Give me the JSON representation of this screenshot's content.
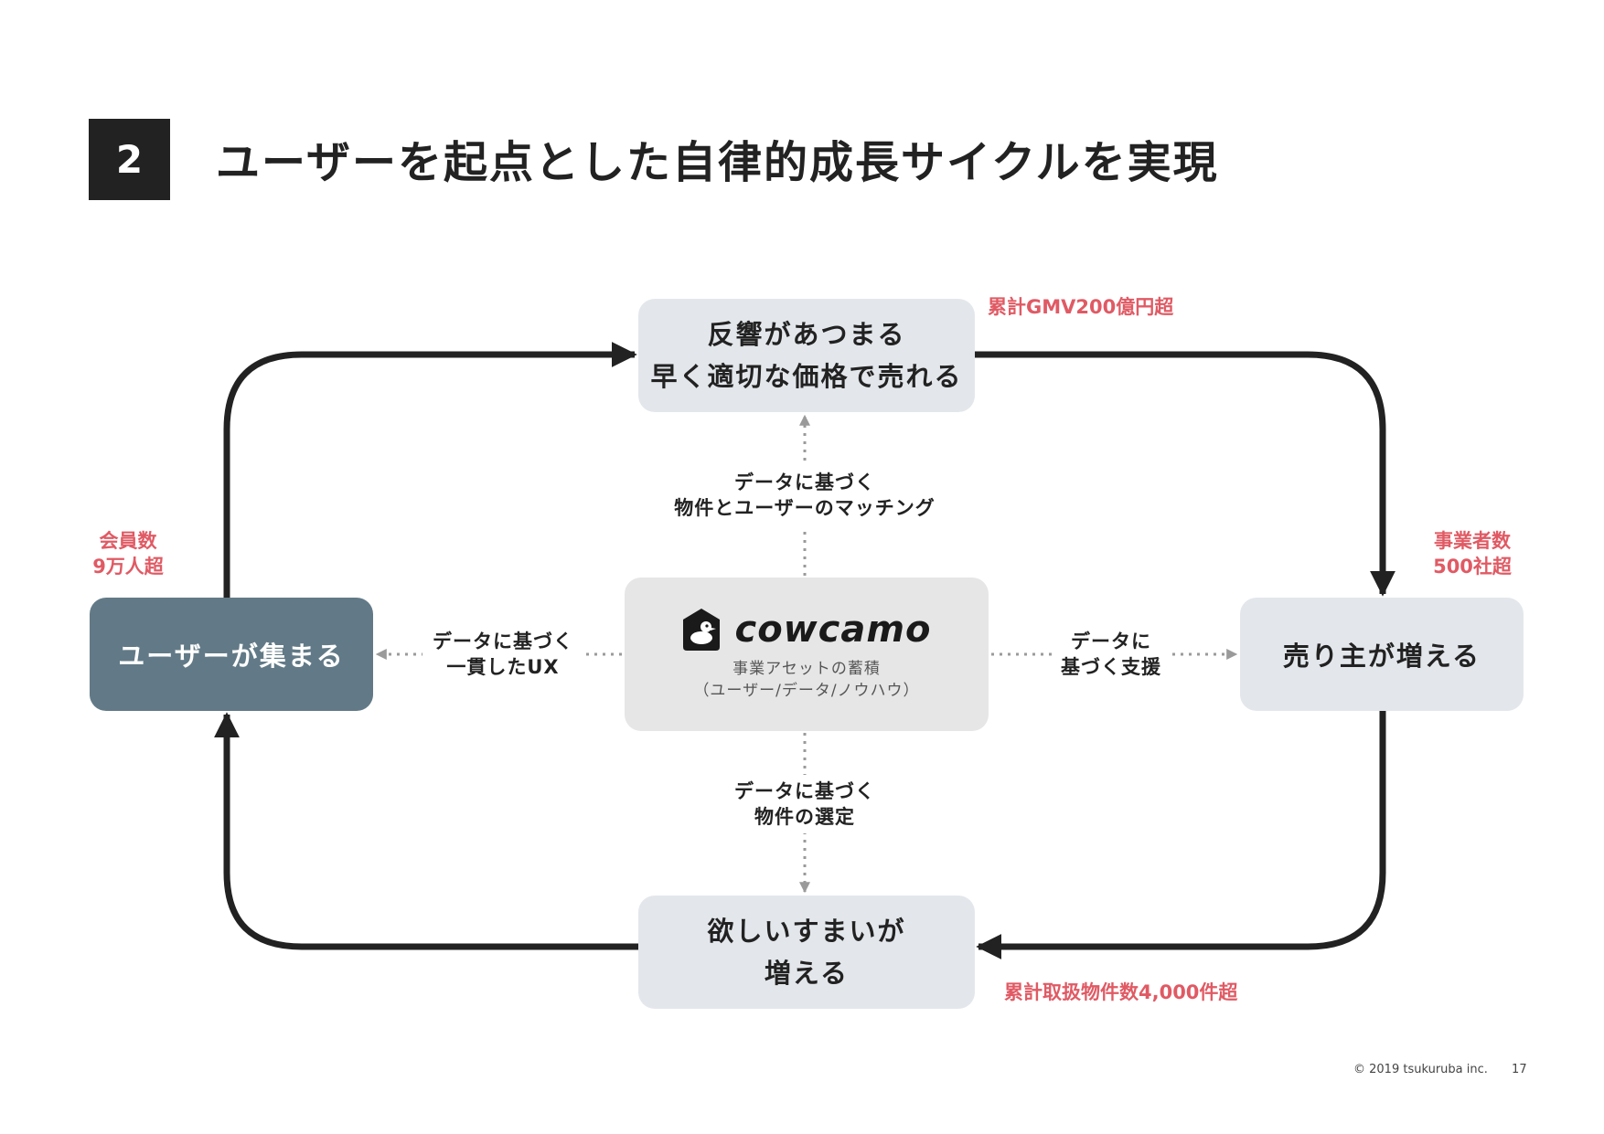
{
  "header": {
    "section_number": "2",
    "title": "ユーザーを起点とした自律的成長サイクルを実現"
  },
  "nodes": {
    "top": {
      "lines": [
        "反響があつまる",
        "早く適切な価格で売れる"
      ]
    },
    "left": {
      "label": "ユーザーが集まる"
    },
    "right": {
      "label": "売り主が増える"
    },
    "bottom": {
      "lines": [
        "欲しいすまいが",
        "増える"
      ]
    },
    "center": {
      "logo_text": "cowcamo",
      "subtitle_lines": [
        "事業アセットの蓄積",
        "（ユーザー/データ/ノウハウ）"
      ]
    }
  },
  "edge_labels": {
    "to_top": [
      "データに基づく",
      "物件とユーザーのマッチング"
    ],
    "to_left": [
      "データに基づく",
      "一貫したUX"
    ],
    "to_right": [
      "データに",
      "基づく支援"
    ],
    "to_bottom": [
      "データに基づく",
      "物件の選定"
    ]
  },
  "metrics": {
    "gmv": "累計GMV200億円超",
    "members": [
      "会員数",
      "9万人超"
    ],
    "businesses": [
      "事業者数",
      "500社超"
    ],
    "listings": "累計取扱物件数4,000件超"
  },
  "colors": {
    "title_badge": "#222222",
    "user_box": "#627a87",
    "light_box": "#e3e7eb",
    "center_box": "#e6e6e6",
    "metric": "#e05a64",
    "cycle_line": "#222222",
    "dotted_line": "#9a9a9a"
  },
  "footer": {
    "copyright": "© 2019 tsukuruba inc.",
    "page_number": "17"
  }
}
